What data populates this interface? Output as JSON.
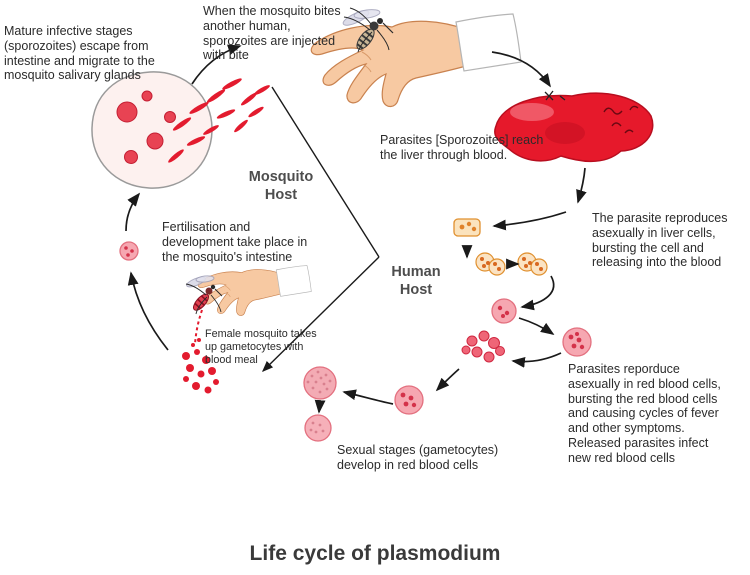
{
  "title": "Life cycle of plasmodium",
  "hosts": {
    "mosquito": "Mosquito Host",
    "human": "Human Host"
  },
  "labels": {
    "mature_stages": "Mature infective stages (sporozoites) escape from intestine and migrate to the mosquito salivary glands",
    "mosquito_bites": "When the mosquito bites another human, sporozoites are injected with bite",
    "parasites_liver": "Parasites [Sporozoites] reach the liver through blood.",
    "parasite_reproduces": "The parasite reproduces asexually in liver cells, bursting the cell and releasing into the blood",
    "fertilisation": "Fertilisation and development take place in the mosquito's intestine",
    "female_mosquito": "Female mosquito takes up gametocytes with blood meal",
    "parasites_rbc": "Parasites reporduce asexually in red blood cells, bursting the red blood cells and causing cycles of fever and other symptoms. Released parasites infect new red blood cells",
    "sexual_stages": "Sexual stages (gametocytes) develop in red blood cells"
  },
  "figures": [
    "mosquito-salivary-gland-with-sporozoites",
    "mosquito-biting-human-hand",
    "liver",
    "infected-liver-cells",
    "red-blood-cells-with-parasites",
    "released-merozoites",
    "gametocytes-cluster",
    "female-mosquito-taking-blood-meal"
  ],
  "colors": {
    "parasite_red": "#e31b2e",
    "cell_pink": "#f6a7b1",
    "cell_outline": "#e3707f",
    "liver_red": "#e6192b",
    "skin": "#f7c9a2",
    "orange_cell": "#e0902f",
    "text": "#2b2b2b",
    "arrow": "#1a1a1a"
  }
}
